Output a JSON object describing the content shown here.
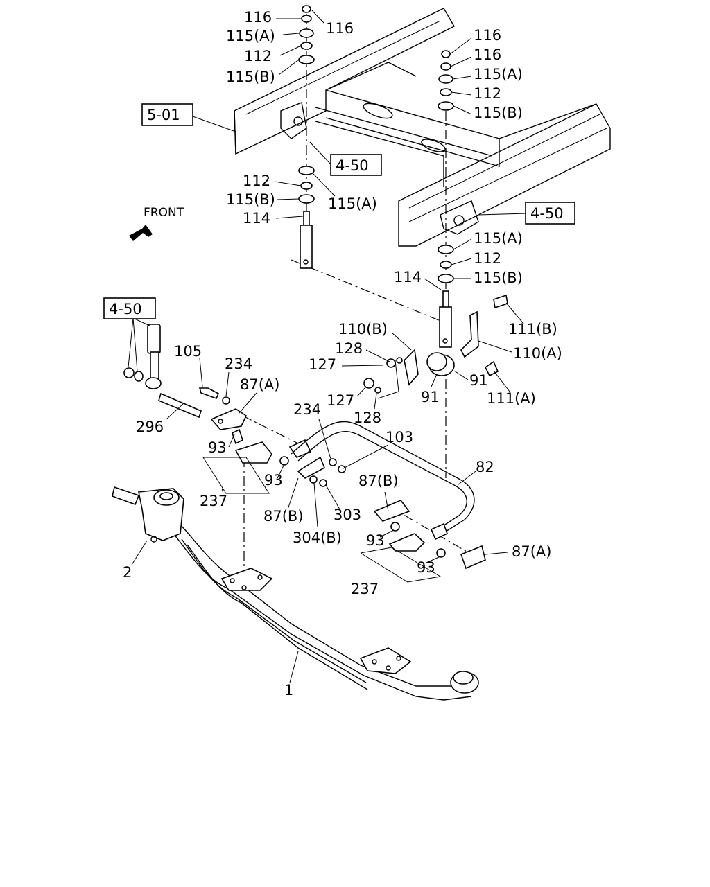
{
  "front_label": "FRONT",
  "ref_boxes": {
    "frame_ref": "5-01",
    "bracket_ref_upper": "4-50",
    "bracket_ref_right": "4-50",
    "shock_ref": "4-50"
  },
  "callouts": {
    "c116_a": "116",
    "c116_b": "116",
    "c115a_top": "115(A)",
    "c112_top": "112",
    "c115b_top": "115(B)",
    "c116_r1": "116",
    "c116_r2": "116",
    "c115a_r": "115(A)",
    "c112_r": "112",
    "c115b_r": "115(B)",
    "c112_mid": "112",
    "c115b_mid": "115(B)",
    "c115a_mid": "115(A)",
    "c114_l": "114",
    "c115a_r2": "115(A)",
    "c112_r2": "112",
    "c115b_r2": "115(B)",
    "c114_r": "114",
    "c111b": "111(B)",
    "c110b": "110(B)",
    "c128_a": "128",
    "c127_a": "127",
    "c110a": "110(A)",
    "c91_a": "91",
    "c91_b": "91",
    "c111a": "111(A)",
    "c127_b": "127",
    "c128_b": "128",
    "c105": "105",
    "c234_a": "234",
    "c87a_a": "87(A)",
    "c296": "296",
    "c234_b": "234",
    "c103": "103",
    "c93_a": "93",
    "c93_b": "93",
    "c237_a": "237",
    "c87b_a": "87(B)",
    "c303": "303",
    "c304b": "304(B)",
    "c82": "82",
    "c87b_b": "87(B)",
    "c93_c": "93",
    "c87a_b": "87(A)",
    "c93_d": "93",
    "c237_b": "237",
    "c2": "2",
    "c1": "1"
  }
}
